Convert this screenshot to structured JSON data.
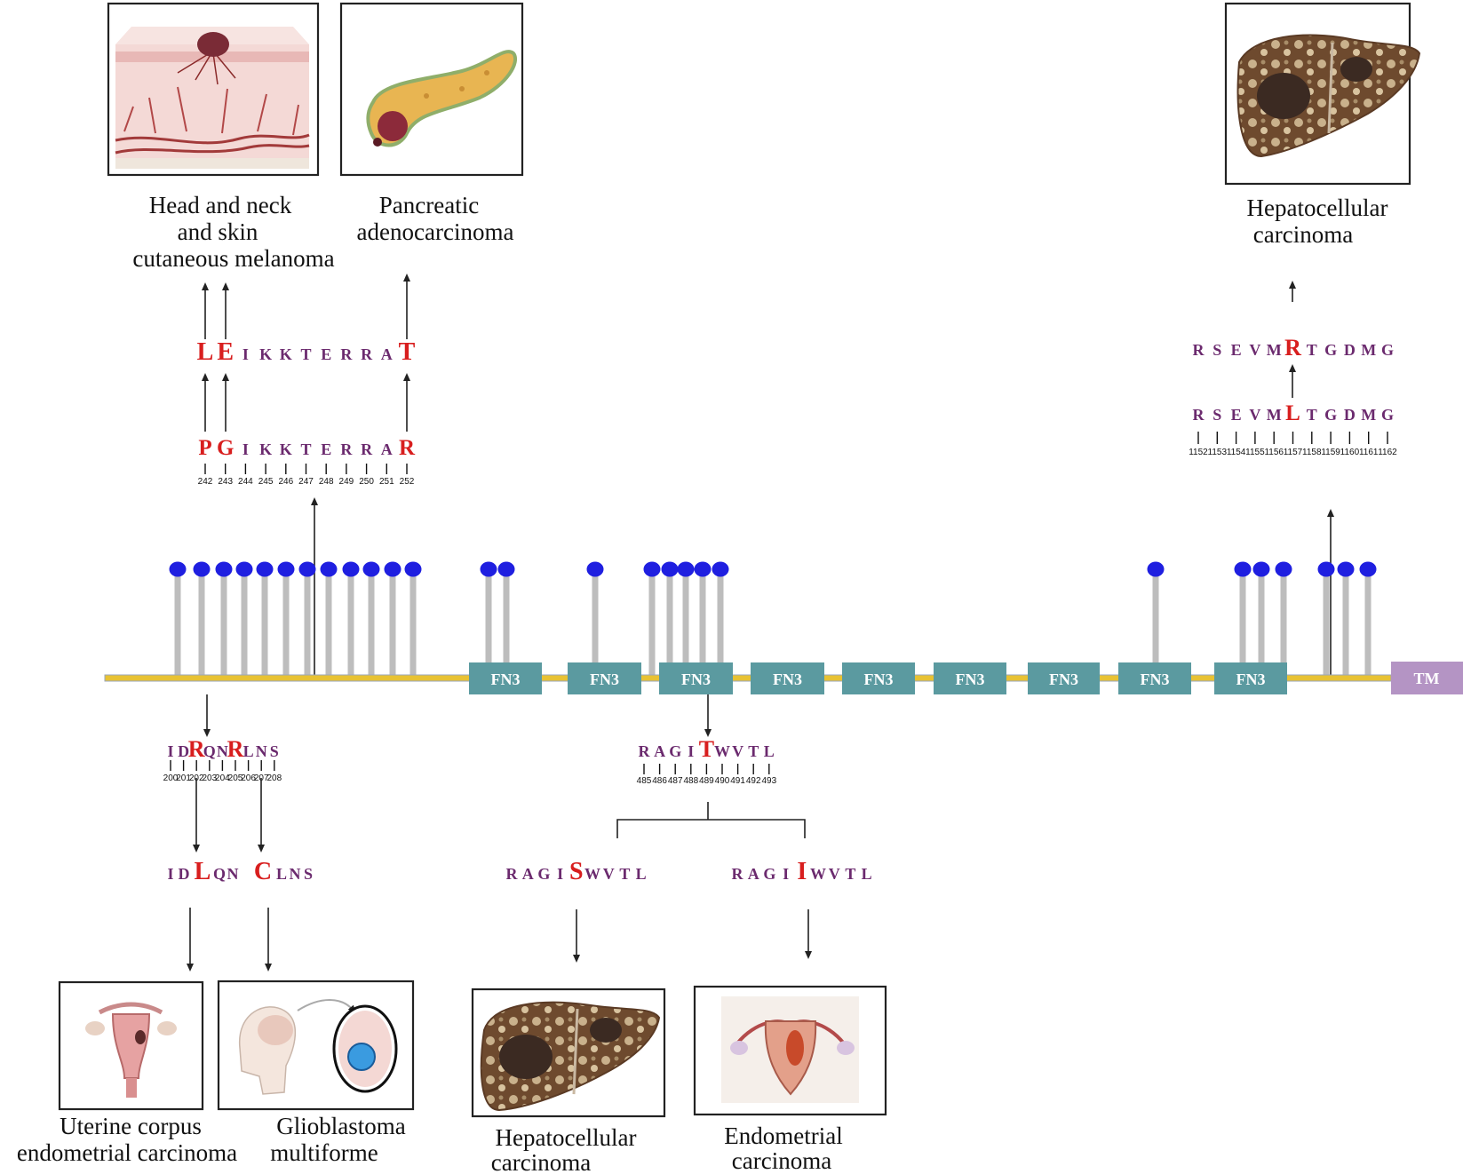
{
  "captions": {
    "melanoma": [
      "Head and neck",
      "and skin",
      "cutaneous melanoma"
    ],
    "pancreatic": [
      "Pancreatic",
      "adenocarcinoma"
    ],
    "hcc_top": [
      "Hepatocellular",
      "carcinoma"
    ],
    "uterine": [
      "Uterine corpus",
      "endometrial carcinoma"
    ],
    "glioblastoma": [
      "Glioblastoma",
      "multiforme"
    ],
    "hcc_bottom": [
      "Hepatocellular",
      "carcinoma"
    ],
    "endometrial": [
      "Endometrial",
      "carcinoma"
    ]
  },
  "domains": {
    "fn3_label": "FN3",
    "tm_label": "TM",
    "colors": {
      "fn3": "#5b9aa0",
      "tm": "#b494c4",
      "backbone": "#e8c233",
      "lollipop_head": "#1f1fe0",
      "lollipop_stem": "#bdbdbd"
    }
  },
  "sequences": {
    "s242_wt": {
      "letters": [
        "P",
        "G",
        "I",
        "K",
        "K",
        "T",
        "E",
        "R",
        "R",
        "A",
        "R"
      ],
      "mutated": [
        0,
        1,
        10
      ]
    },
    "s242_positions": [
      "242",
      "243",
      "244",
      "245",
      "246",
      "247",
      "248",
      "249",
      "250",
      "251",
      "252"
    ],
    "s242_mut": {
      "letters": [
        "L",
        "E",
        "I",
        "K",
        "K",
        "T",
        "E",
        "R",
        "R",
        "A",
        "T"
      ],
      "mutated": [
        0,
        1,
        10
      ]
    },
    "s1152_wt": {
      "letters": [
        "R",
        "S",
        "E",
        "V",
        "M",
        "L",
        "T",
        "G",
        "D",
        "M",
        "G"
      ],
      "mutated": [
        5
      ]
    },
    "s1152_positions": [
      "1152",
      "1153",
      "1154",
      "1155",
      "1156",
      "1157",
      "1158",
      "1159",
      "1160",
      "1161",
      "1162"
    ],
    "s1152_mut": {
      "letters": [
        "R",
        "S",
        "E",
        "V",
        "M",
        "R",
        "T",
        "G",
        "D",
        "M",
        "G"
      ],
      "mutated": [
        5
      ]
    },
    "s200_wt": {
      "letters": [
        "I",
        "D",
        "R",
        "Q",
        "N",
        "R",
        "L",
        "N",
        "S"
      ],
      "mutated": [
        2,
        5
      ]
    },
    "s200_positions": [
      "200",
      "201",
      "202",
      "203",
      "204",
      "205",
      "206",
      "207",
      "208"
    ],
    "s200_mut": {
      "letters": [
        "I",
        "D",
        "L",
        "Q",
        "N",
        "C",
        "L",
        "N",
        "S"
      ],
      "mutated": [
        2,
        5
      ]
    },
    "s485_wt": {
      "letters": [
        "R",
        "A",
        "G",
        "I",
        "T",
        "W",
        "V",
        "T",
        "L"
      ],
      "mutated": [
        4
      ]
    },
    "s485_positions": [
      "485",
      "486",
      "487",
      "488",
      "489",
      "490",
      "491",
      "492",
      "493"
    ],
    "s485_mut_s": {
      "letters": [
        "R",
        "A",
        "G",
        "I",
        "S",
        "W",
        "V",
        "T",
        "L"
      ],
      "mutated": [
        4
      ]
    },
    "s485_mut_i": {
      "letters": [
        "R",
        "A",
        "G",
        "I",
        "I",
        "W",
        "V",
        "T",
        "L"
      ],
      "mutated": [
        4
      ]
    }
  },
  "colors": {
    "residue": "#6b2a6e",
    "mutation": "#d81e1e"
  }
}
